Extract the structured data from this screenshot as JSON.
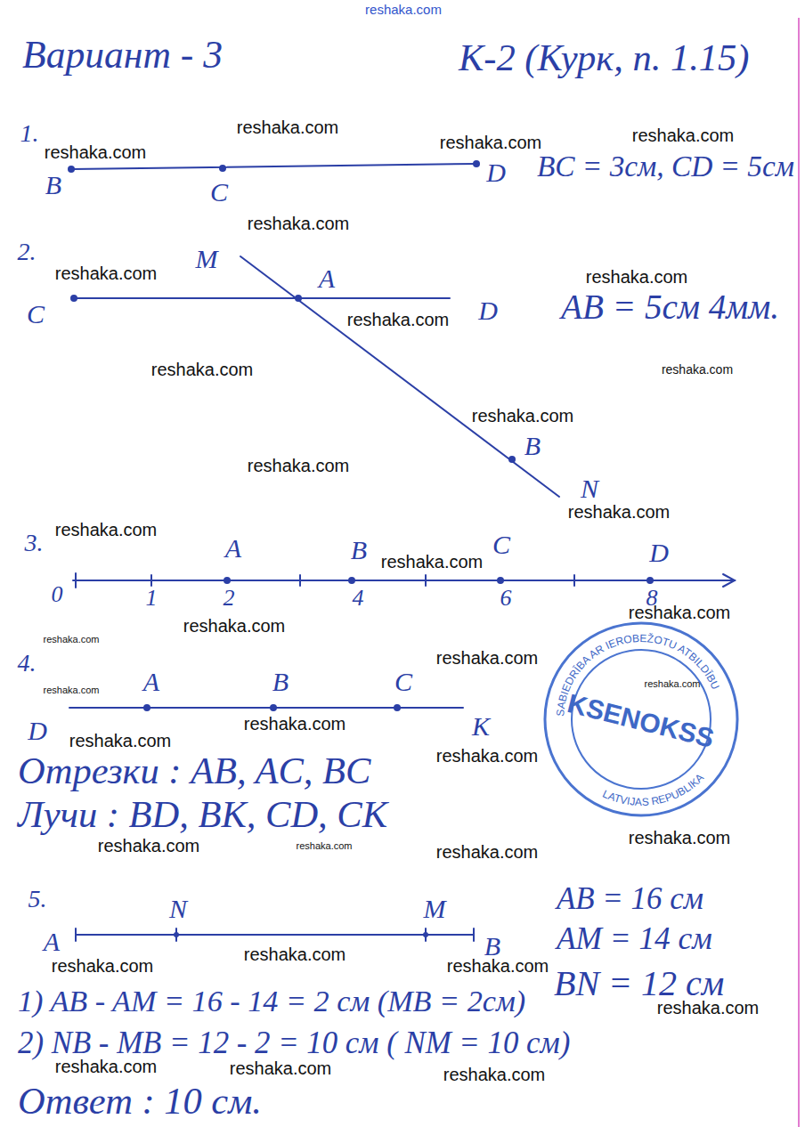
{
  "diagram": {
    "title": "Вариант - 3",
    "labels": [
      "reshaka.com",
      "К-2 (Курк, п. 1.15)",
      "1.",
      "reshaka.com",
      "reshaka.com",
      "reshaka.com",
      "reshaka.com",
      "B",
      "C",
      "D",
      "BC = 3см, CD = 5см",
      "2.",
      "reshaka.com",
      "M",
      "reshaka.com",
      "A",
      "C",
      "reshaka.com",
      "D",
      "reshaka.com",
      "AB = 5см 4мм.",
      "reshaka.com",
      "reshaka.com",
      "reshaka.com",
      "B",
      "reshaka.com",
      "N",
      "reshaka.com",
      "3.",
      "reshaka.com",
      "A",
      "B",
      "reshaka.com",
      "C",
      "D",
      "0",
      "1",
      "2",
      "4",
      "6",
      "8",
      "reshaka.com",
      "reshaka.com",
      "4.",
      "reshaka.com",
      "reshaka.com",
      "reshaka.com",
      "A",
      "B",
      "C",
      "D",
      "K",
      "reshaka.com",
      "reshaka.com",
      "reshaka.com",
      "Отрезки : AB, AC, BC",
      "Лучи : BD, BK, CD, CK",
      "reshaka.com",
      "reshaka.com",
      "reshaka.com",
      "SABIEDRĪBA AR IEROBEŽOTU ATBILDĪBU",
      "KSENOKSS",
      "reshaka.com",
      "LATVIJAS REPUBLIKA",
      "reshaka.com",
      "5.",
      "N",
      "M",
      "A",
      "B",
      "AB = 16 см",
      "AM = 14 см",
      "reshaka.com",
      "reshaka.com",
      "reshaka.com",
      "BN = 12 см",
      "reshaka.com",
      "1) AB - AM = 16 - 14 = 2 см (MB = 2см)",
      "2) NB - MB = 12 - 2 = 10 см ( NM = 10 см)",
      "reshaka.com",
      "reshaka.com",
      "reshaka.com",
      "Ответ : 10 см."
    ]
  }
}
